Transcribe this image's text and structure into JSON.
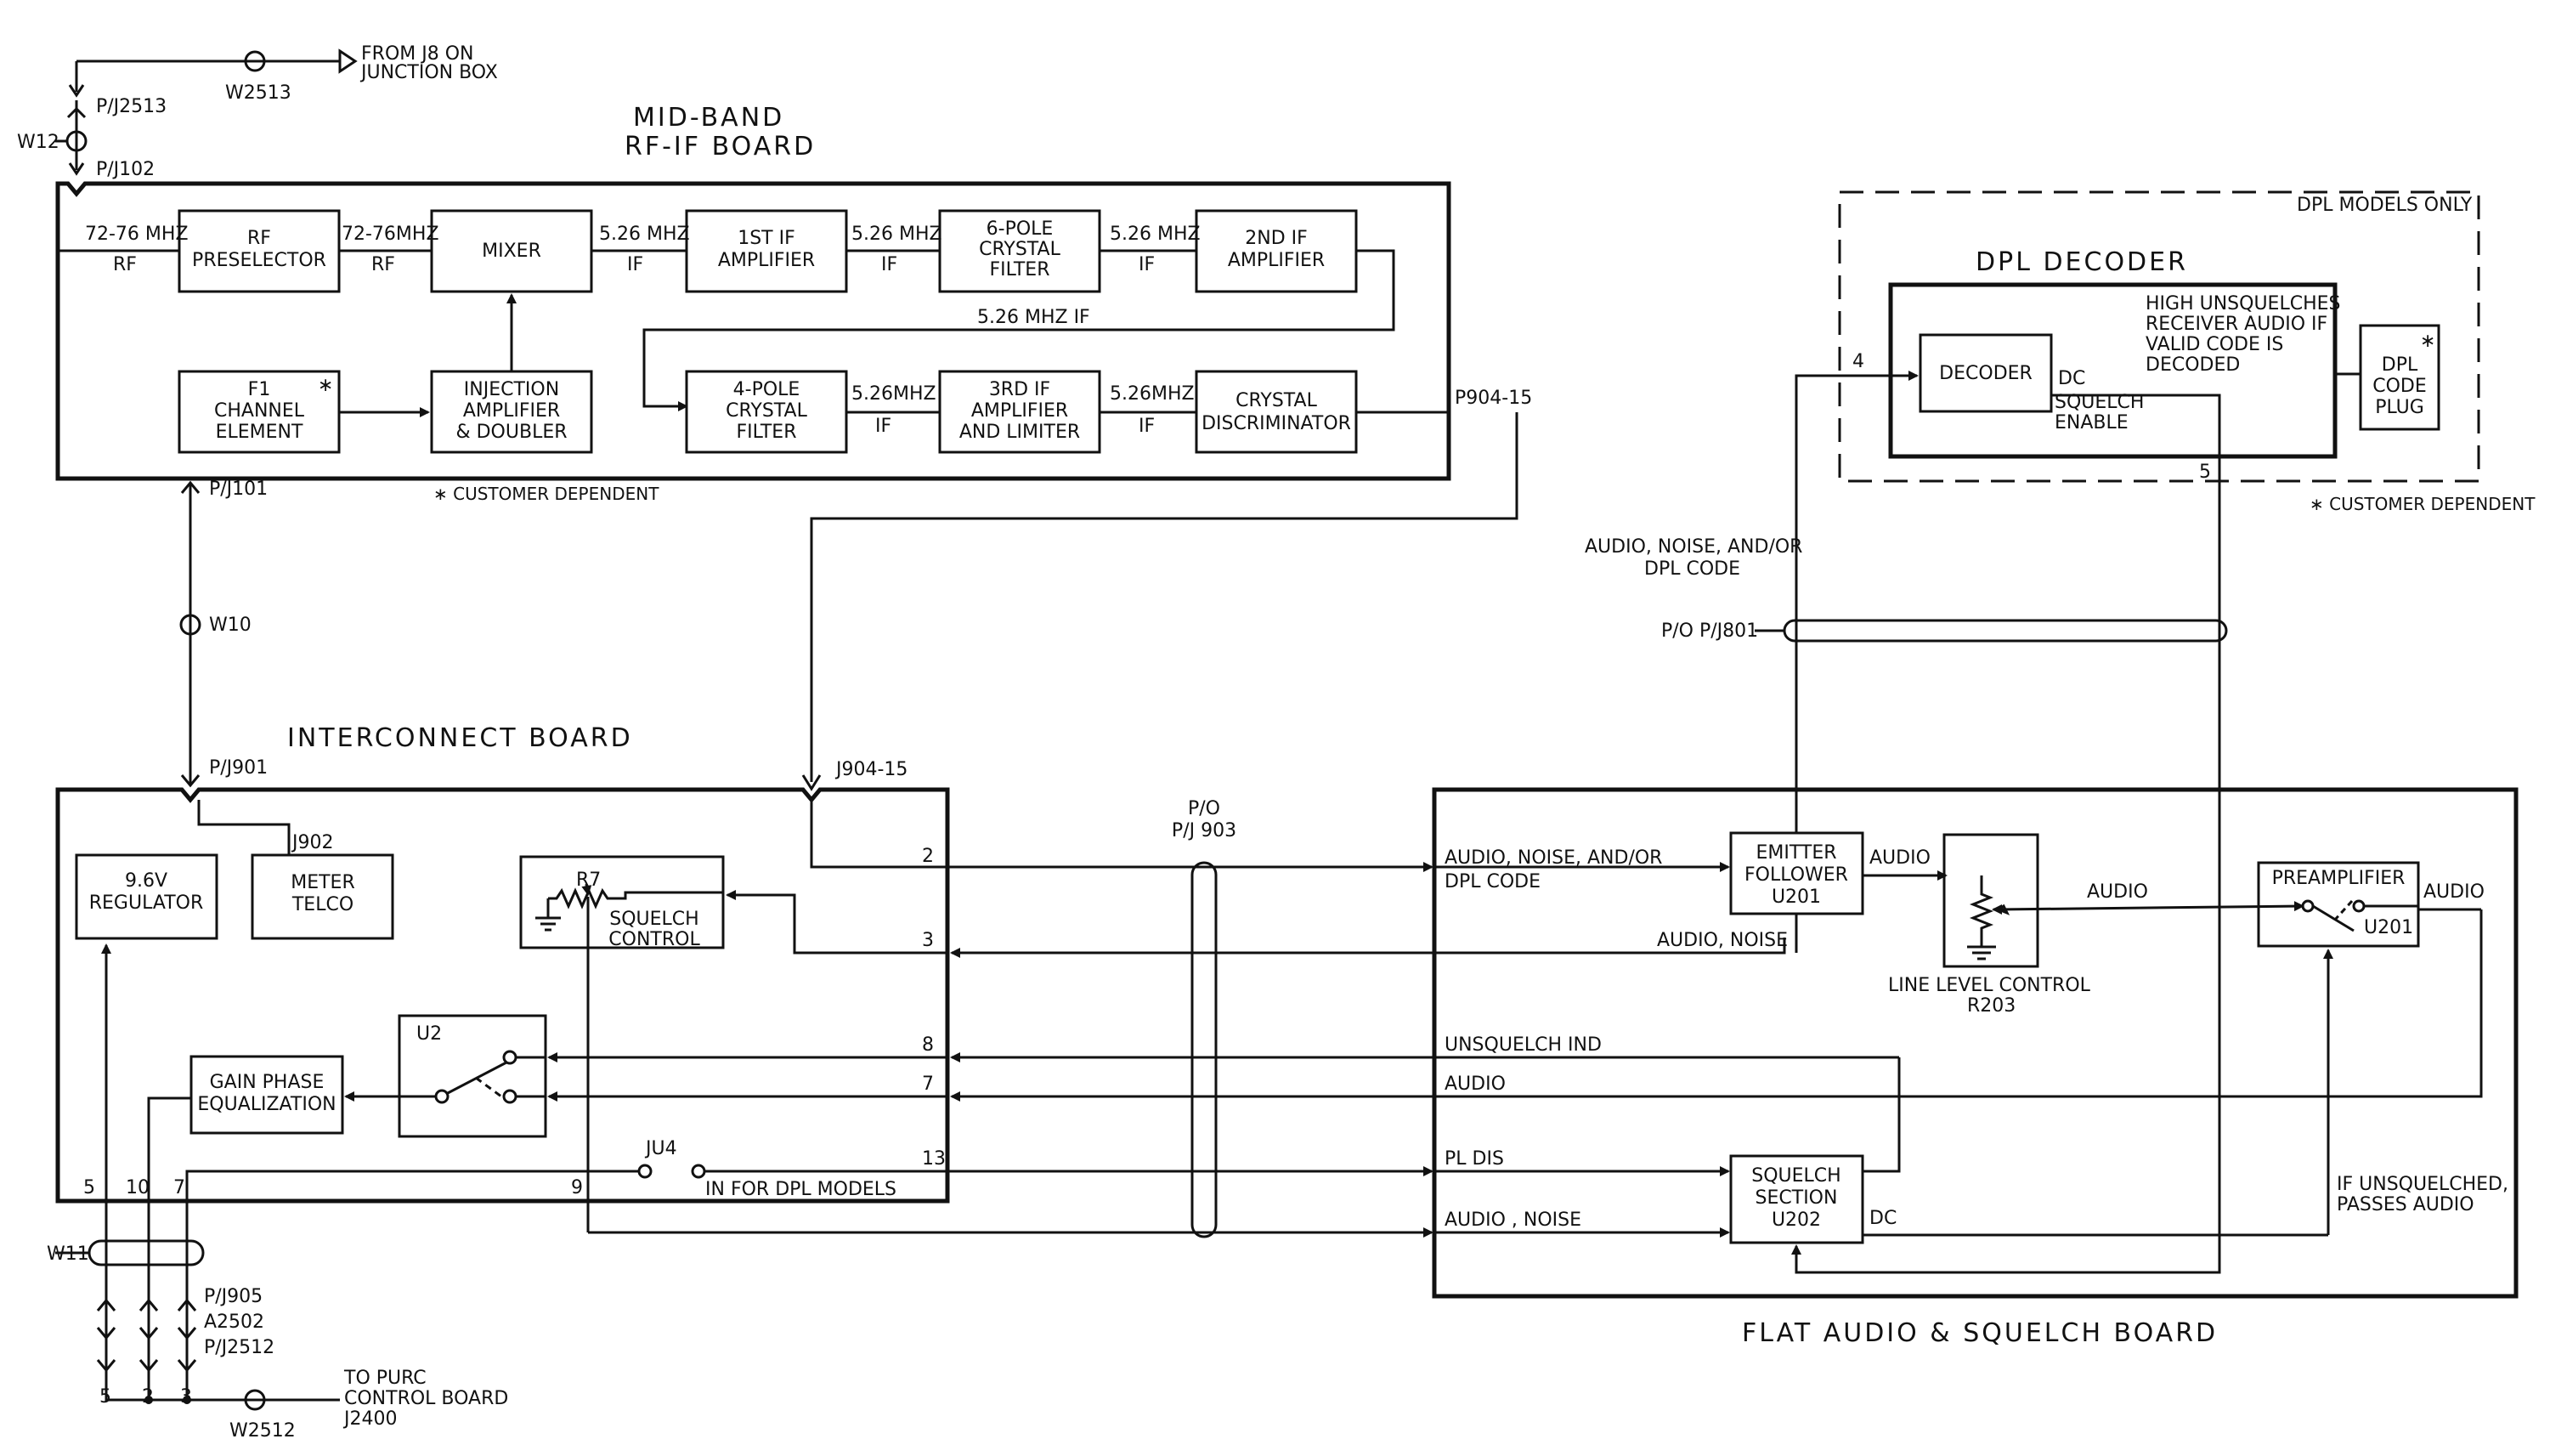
{
  "boards": {
    "midband_title": [
      "MID-BAND",
      "RF-IF BOARD"
    ],
    "interconnect_title": "INTERCONNECT BOARD",
    "flat_audio_title": "FLAT AUDIO & SQUELCH BOARD",
    "dpl_title": "DPL DECODER",
    "dpl_models_only": "DPL MODELS ONLY"
  },
  "blocks": {
    "rf_preselector": [
      "RF",
      "PRESELECTOR"
    ],
    "mixer": [
      "MIXER"
    ],
    "if1_amp": [
      "1ST IF",
      "AMPLIFIER"
    ],
    "crystal_filter_6": [
      "6-POLE",
      "CRYSTAL",
      "FILTER"
    ],
    "if2_amp": [
      "2ND IF",
      "AMPLIFIER"
    ],
    "channel_element": [
      "F1",
      "CHANNEL",
      "ELEMENT"
    ],
    "injection_amp": [
      "INJECTION",
      "AMPLIFIER",
      "& DOUBLER"
    ],
    "crystal_filter_4": [
      "4-POLE",
      "CRYSTAL",
      "FILTER"
    ],
    "if3_amp": [
      "3RD IF",
      "AMPLIFIER",
      "AND LIMITER"
    ],
    "discriminator": [
      "CRYSTAL",
      "DISCRIMINATOR"
    ],
    "regulator": [
      "9.6V",
      "REGULATOR"
    ],
    "meter_telco": [
      "METER",
      "TELCO"
    ],
    "squelch_control": [
      "SQUELCH",
      "CONTROL"
    ],
    "gain_phase": [
      "GAIN PHASE",
      "EQUALIZATION"
    ],
    "decoder": [
      "DECODER"
    ],
    "code_plug": [
      "DPL",
      "CODE",
      "PLUG"
    ],
    "emitter_follower": [
      "EMITTER",
      "FOLLOWER",
      "U201"
    ],
    "preamplifier": [
      "PREAMPLIFIER"
    ],
    "squelch_section": [
      "SQUELCH",
      "SECTION",
      "U202"
    ]
  },
  "labels": {
    "from_j8": [
      "FROM J8 ON",
      "JUNCTION BOX"
    ],
    "w2513": "W2513",
    "p_j2513": "P/J2513",
    "w12": "W12",
    "p_j102": "P/J102",
    "freq_72_76": "72-76 MHZ",
    "freq_72_76b": "72-76MHZ",
    "rf": "RF",
    "f526": "5.26 MHZ",
    "f526b": "5.26MHZ",
    "if": "IF",
    "f526_if": "5.26 MHZ  IF",
    "p904_15": "P904-15",
    "p_j101": "P/J101",
    "customer_dependent": "∗ CUSTOMER DEPENDENT",
    "star": "∗",
    "w10": "W10",
    "p_j901": "P/J901",
    "j904_15": "J904-15",
    "j902": "J902",
    "r7": "R7",
    "u2": "U2",
    "ju4": "JU4",
    "in_for_dpl": "IN FOR DPL MODELS",
    "w11": "W11",
    "p_j905": "P/J905",
    "a2502": "A2502",
    "p_j2512": "P/J2512",
    "to_purc": [
      "TO PURC",
      "CONTROL BOARD",
      "J2400"
    ],
    "w2512": "W2512",
    "po_pj903": [
      "P/O",
      "P/J 903"
    ],
    "audio_noise_dpl_code_upper": [
      "AUDIO, NOISE, AND/OR",
      "DPL CODE"
    ],
    "po_pj801": "P/O P/J801",
    "audio_noise_dpl_code": [
      "AUDIO, NOISE, AND/OR",
      "DPL CODE"
    ],
    "audio_noise": "AUDIO, NOISE",
    "audio_noise2": "AUDIO , NOISE",
    "unsquelch_ind": "UNSQUELCH IND",
    "audio": "AUDIO",
    "pl_dis": "PL DIS",
    "line_level": [
      "LINE LEVEL CONTROL",
      "R203"
    ],
    "u201": "U201",
    "if_unsquelched": [
      "IF UNSQUELCHED,",
      "PASSES AUDIO"
    ],
    "dc": "DC",
    "squelch_enable": [
      "SQUELCH",
      "ENABLE"
    ],
    "high_unsquelches": [
      "HIGH UNSQUELCHES",
      "RECEIVER AUDIO IF",
      "VALID CODE IS",
      "DECODED"
    ],
    "pin_2": "2",
    "pin_3": "3",
    "pin_4": "4",
    "pin_5": "5",
    "pin_7": "7",
    "pin_8": "8",
    "pin_9": "9",
    "pin_10": "10",
    "pin_13": "13"
  }
}
